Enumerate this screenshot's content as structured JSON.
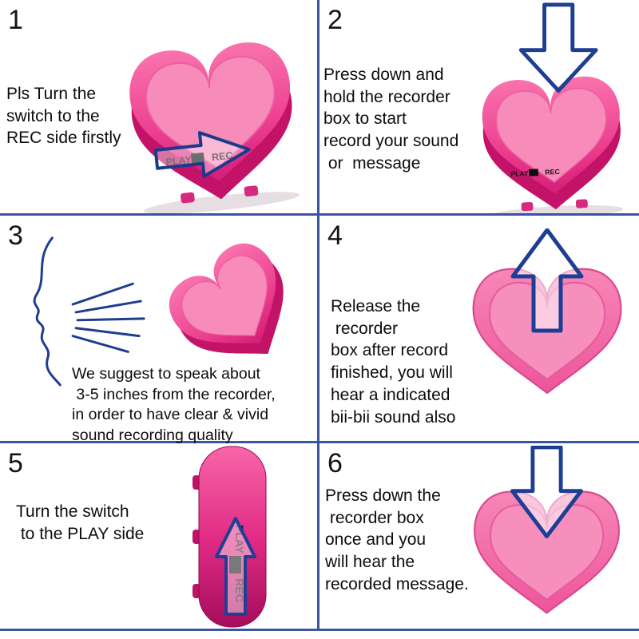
{
  "page": {
    "background": "#ffffff",
    "grid_line_color": "#3b55a5"
  },
  "colors": {
    "heart_body": "#ee4392",
    "heart_lid": "#f78cba",
    "heart_side": "#c21368",
    "arrow_outline": "#1e3e94",
    "line_art_blue": "#1e3d8f",
    "switch_black": "#0d0d0d"
  },
  "labels": {
    "play": "PLAY",
    "rec": "REC"
  },
  "panels": [
    {
      "number": "1",
      "text": "Pls Turn the\nswitch to the\nREC side firstly"
    },
    {
      "number": "2",
      "text": "Press down and\nhold the recorder\nbox to start\nrecord your sound\n or  message"
    },
    {
      "number": "3",
      "text": "We suggest to speak about\n 3-5 inches from the recorder,\nin order to have clear & vivid\nsound recording quality"
    },
    {
      "number": "4",
      "text": "Release the\n recorder\nbox after record\nfinished, you will\nhear a indicated\nbii-bii sound also"
    },
    {
      "number": "5",
      "text": "Turn the switch\n to the PLAY side"
    },
    {
      "number": "6",
      "text": "Press down the\n recorder box\nonce and you\nwill hear the\nrecorded message."
    }
  ]
}
